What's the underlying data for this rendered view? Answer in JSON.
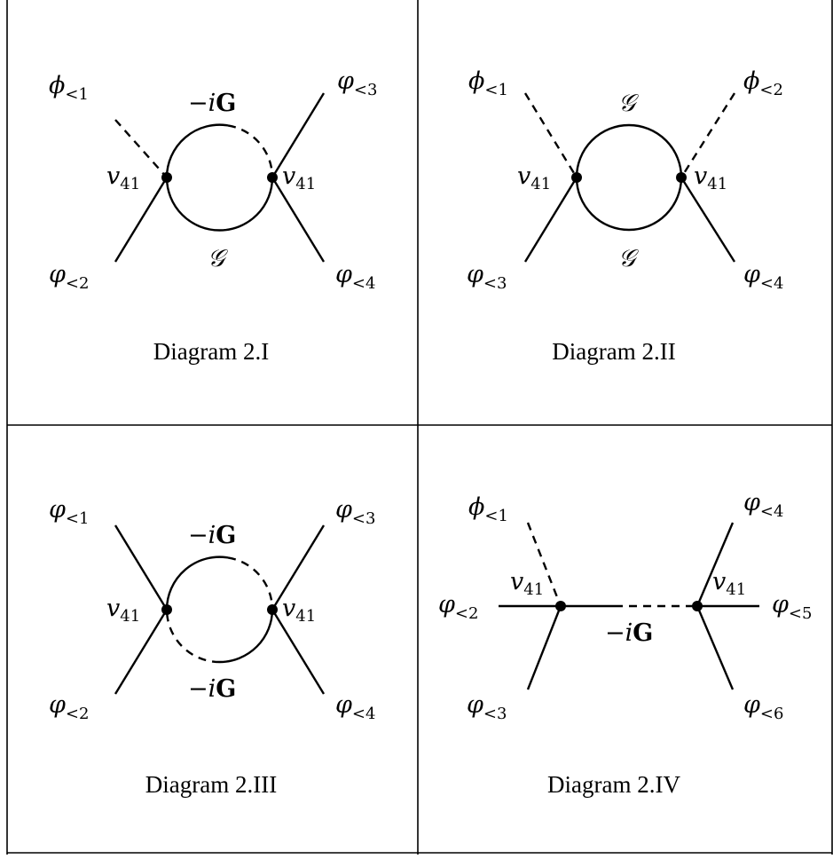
{
  "diagrams": [
    {
      "caption": "Diagram 2.I",
      "labels": {
        "tl": {
          "sym": "ϕ",
          "sub": "<1"
        },
        "bl": {
          "sym": "φ",
          "sub": "<2"
        },
        "tr": {
          "sym": "φ",
          "sub": "<3"
        },
        "br": {
          "sym": "φ",
          "sub": "<4"
        },
        "vl": {
          "sym": "v",
          "sub": "41"
        },
        "vr": {
          "sym": "v",
          "sub": "41"
        },
        "top": {
          "pre": "−i",
          "bold": "G"
        },
        "bottom": {
          "script": "𝒢"
        }
      }
    },
    {
      "caption": "Diagram 2.II",
      "labels": {
        "tl": {
          "sym": "ϕ",
          "sub": "<1"
        },
        "bl": {
          "sym": "φ",
          "sub": "<3"
        },
        "tr": {
          "sym": "ϕ",
          "sub": "<2"
        },
        "br": {
          "sym": "φ",
          "sub": "<4"
        },
        "vl": {
          "sym": "v",
          "sub": "41"
        },
        "vr": {
          "sym": "v",
          "sub": "41"
        },
        "top": {
          "script": "𝒢"
        },
        "bottom": {
          "script": "𝒢"
        }
      }
    },
    {
      "caption": "Diagram 2.III",
      "labels": {
        "tl": {
          "sym": "φ",
          "sub": "<1"
        },
        "bl": {
          "sym": "φ",
          "sub": "<2"
        },
        "tr": {
          "sym": "φ",
          "sub": "<3"
        },
        "br": {
          "sym": "φ",
          "sub": "<4"
        },
        "vl": {
          "sym": "v",
          "sub": "41"
        },
        "vr": {
          "sym": "v",
          "sub": "41"
        },
        "top": {
          "pre": "−i",
          "bold": "G"
        },
        "bottom": {
          "pre": "−i",
          "bold": "G"
        }
      }
    },
    {
      "caption": "Diagram 2.IV",
      "labels": {
        "tl": {
          "sym": "ϕ",
          "sub": "<1"
        },
        "ml": {
          "sym": "φ",
          "sub": "<2"
        },
        "bl": {
          "sym": "φ",
          "sub": "<3"
        },
        "tr": {
          "sym": "φ",
          "sub": "<4"
        },
        "mr": {
          "sym": "φ",
          "sub": "<5"
        },
        "br": {
          "sym": "φ",
          "sub": "<6"
        },
        "vl": {
          "sym": "v",
          "sub": "41"
        },
        "vr": {
          "sym": "v",
          "sub": "41"
        },
        "mid": {
          "pre": "−i",
          "bold": "G"
        }
      }
    }
  ]
}
